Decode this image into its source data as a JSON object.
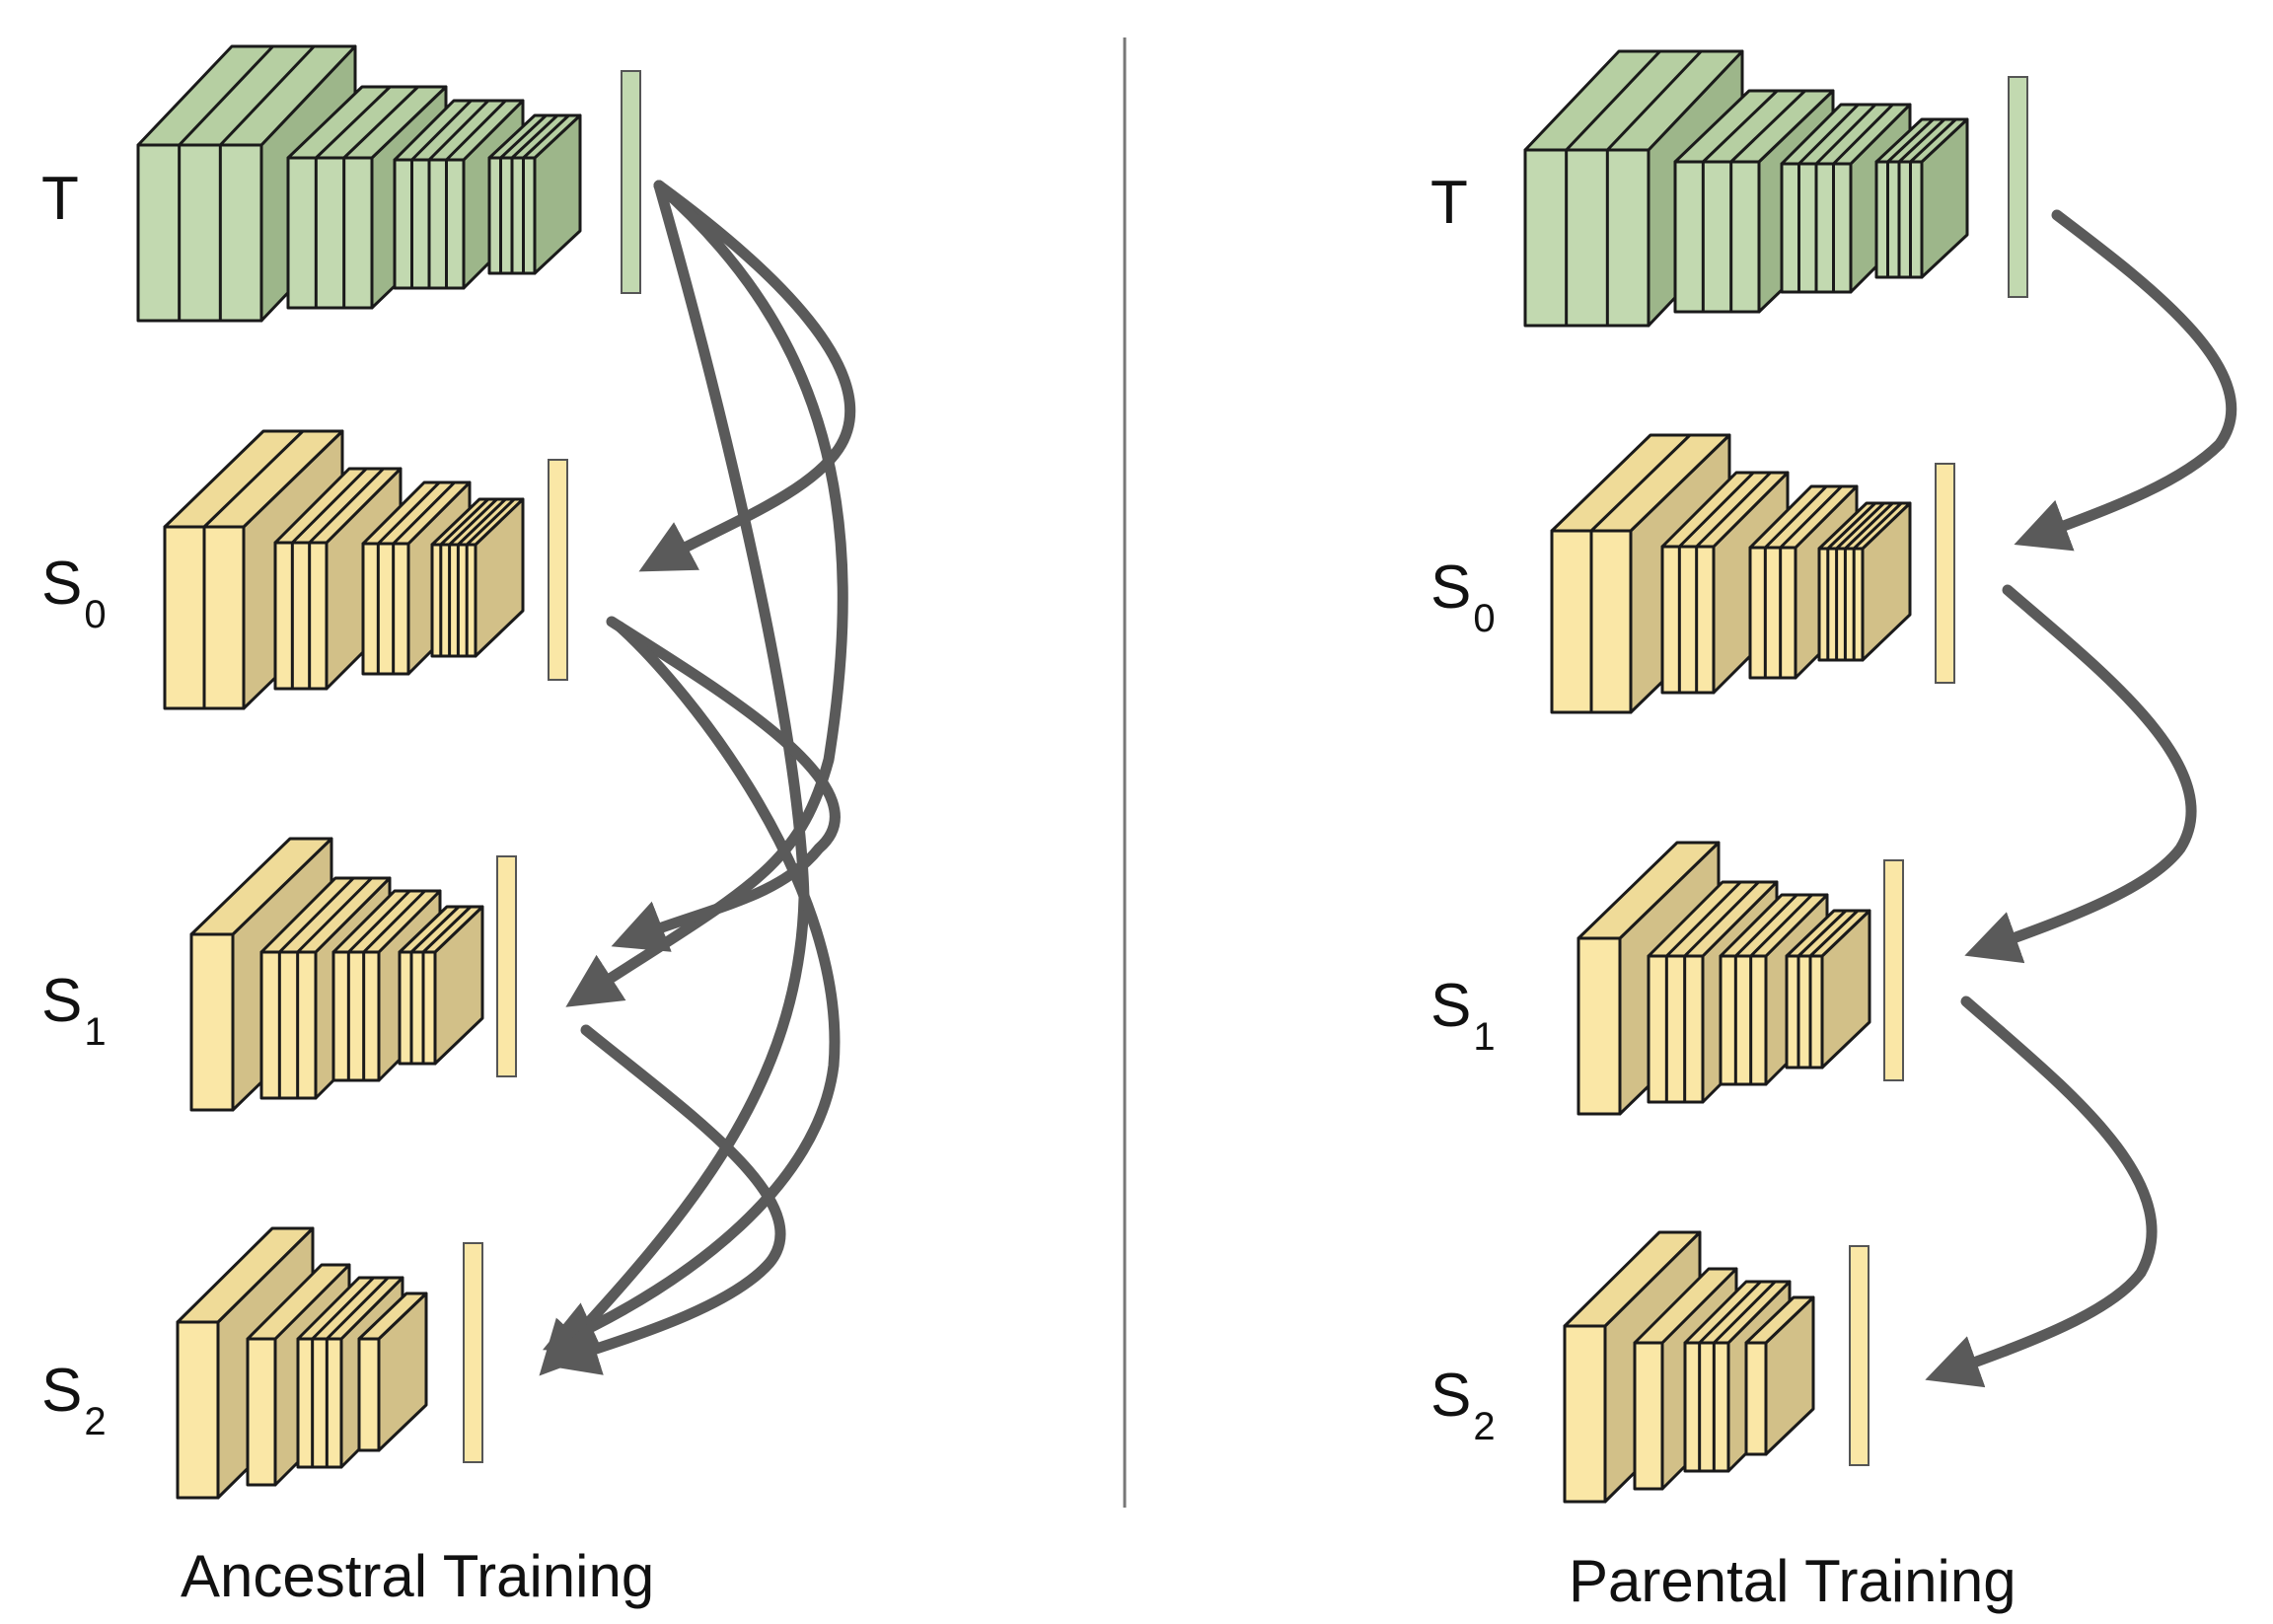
{
  "colors": {
    "teacher_front": "#c2d9b0",
    "teacher_side": "#9db68a",
    "teacher_top": "#b6cfa2",
    "student_front": "#fae7a6",
    "student_side": "#d2c088",
    "student_top": "#efdb98",
    "arrow": "#5a5a5a",
    "divider": "#777777",
    "outline": "#1a1a1a"
  },
  "panels": [
    {
      "id": "ancestral",
      "caption": "Ancestral Training",
      "models": [
        {
          "id": "T",
          "name": "T",
          "sub": "",
          "kind": "teacher"
        },
        {
          "id": "S0",
          "name": "S",
          "sub": "0",
          "kind": "student"
        },
        {
          "id": "S1",
          "name": "S",
          "sub": "1",
          "kind": "student"
        },
        {
          "id": "S2",
          "name": "S",
          "sub": "2",
          "kind": "student"
        }
      ],
      "edges": [
        {
          "from": "T",
          "to": "S0"
        },
        {
          "from": "T",
          "to": "S1"
        },
        {
          "from": "T",
          "to": "S2"
        },
        {
          "from": "S0",
          "to": "S1"
        },
        {
          "from": "S0",
          "to": "S2"
        },
        {
          "from": "S1",
          "to": "S2"
        }
      ]
    },
    {
      "id": "parental",
      "caption": "Parental Training",
      "models": [
        {
          "id": "T",
          "name": "T",
          "sub": "",
          "kind": "teacher"
        },
        {
          "id": "S0",
          "name": "S",
          "sub": "0",
          "kind": "student"
        },
        {
          "id": "S1",
          "name": "S",
          "sub": "1",
          "kind": "student"
        },
        {
          "id": "S2",
          "name": "S",
          "sub": "2",
          "kind": "student"
        }
      ],
      "edges": [
        {
          "from": "T",
          "to": "S0"
        },
        {
          "from": "S0",
          "to": "S1"
        },
        {
          "from": "S1",
          "to": "S2"
        }
      ]
    }
  ]
}
